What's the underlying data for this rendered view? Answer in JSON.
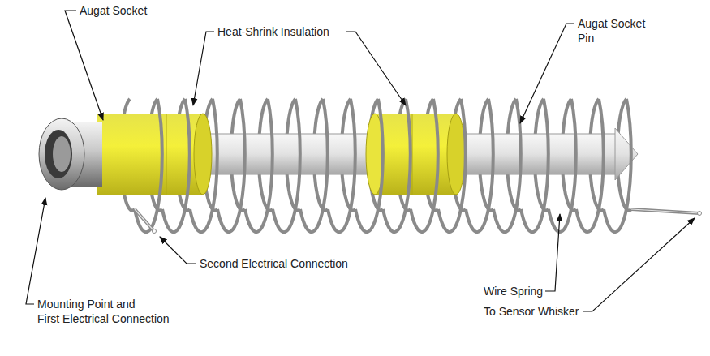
{
  "diagram": {
    "labels": [
      "Augat Socket",
      "Heat-Shrink Insulation",
      "Augat Socket Pin",
      "Second Electrical Connection",
      "Wire Spring",
      "To Sensor Whisker",
      "Mounting Point and First Electrical Connection"
    ]
  }
}
